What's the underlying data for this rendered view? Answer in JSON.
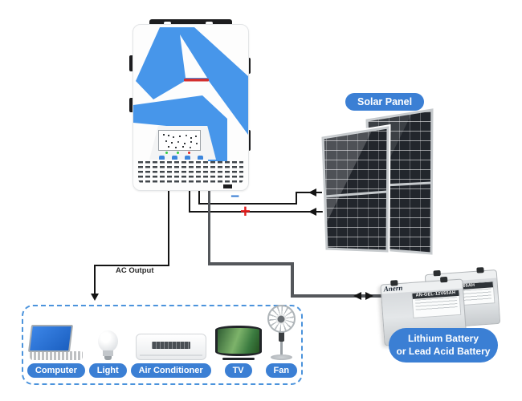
{
  "labels": {
    "solar_panel": "Solar Panel",
    "ac_output": "AC Output"
  },
  "wire_markers": {
    "minus": "−",
    "plus": "+"
  },
  "battery_callout": {
    "line1": "Lithium Battery",
    "line2": "or Lead Acid Battery"
  },
  "batteries": {
    "brand": "Anern",
    "front_model": "AN-GEL-12V65AH",
    "back_model": "L-12V65AH"
  },
  "appliances": [
    {
      "label": "Computer",
      "icon": "laptop-icon"
    },
    {
      "label": "Light",
      "icon": "bulb-icon"
    },
    {
      "label": "Air Conditioner",
      "icon": "ac-unit-icon"
    },
    {
      "label": "TV",
      "icon": "tv-icon"
    },
    {
      "label": "Fan",
      "icon": "fan-icon"
    }
  ],
  "colors": {
    "accent_blue": "#3b7fd4",
    "logo_blue": "#4796ea",
    "logo_red": "#d32f2f",
    "plus_red": "#e21b1b",
    "minus_blue": "#3b7fd4",
    "wire_black": "#141414",
    "battery_wire_gray": "#54575b",
    "dashed_border_blue": "#4b93dc"
  }
}
